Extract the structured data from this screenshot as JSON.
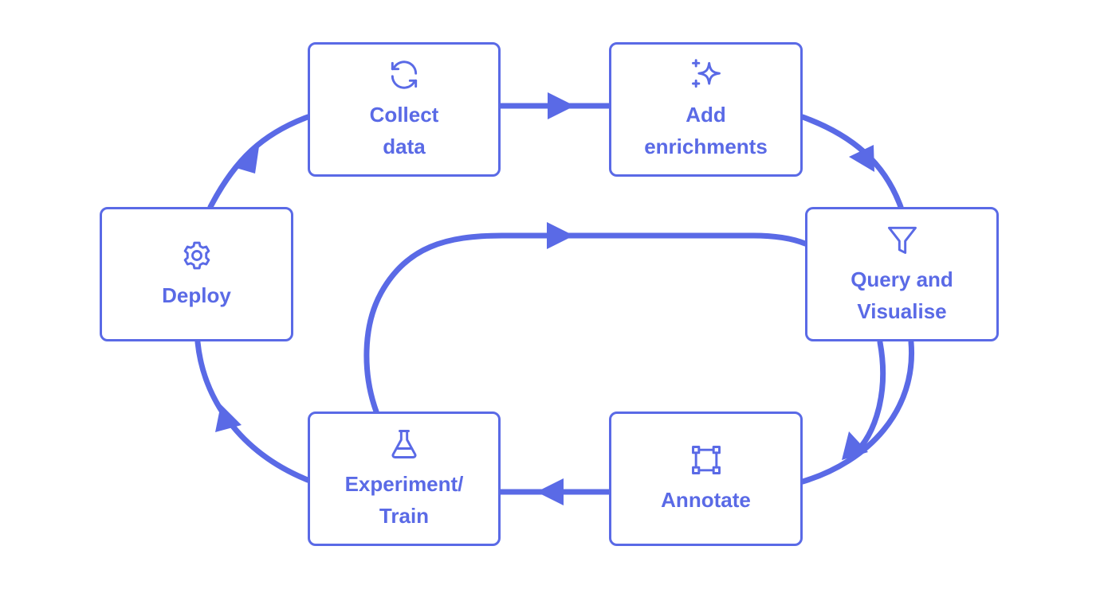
{
  "colors": {
    "accent": "#5a6ae6",
    "background": "#ffffff"
  },
  "nodes": {
    "collect": {
      "label": "Collect\ndata",
      "icon": "refresh-icon"
    },
    "enrich": {
      "label": "Add\nenrichments",
      "icon": "sparkles-icon"
    },
    "query": {
      "label": "Query and\nVisualise",
      "icon": "filter-funnel-icon"
    },
    "annotate": {
      "label": "Annotate",
      "icon": "bounding-box-icon"
    },
    "train": {
      "label": "Experiment/\nTrain",
      "icon": "flask-icon"
    },
    "deploy": {
      "label": "Deploy",
      "icon": "gear-icon"
    }
  }
}
